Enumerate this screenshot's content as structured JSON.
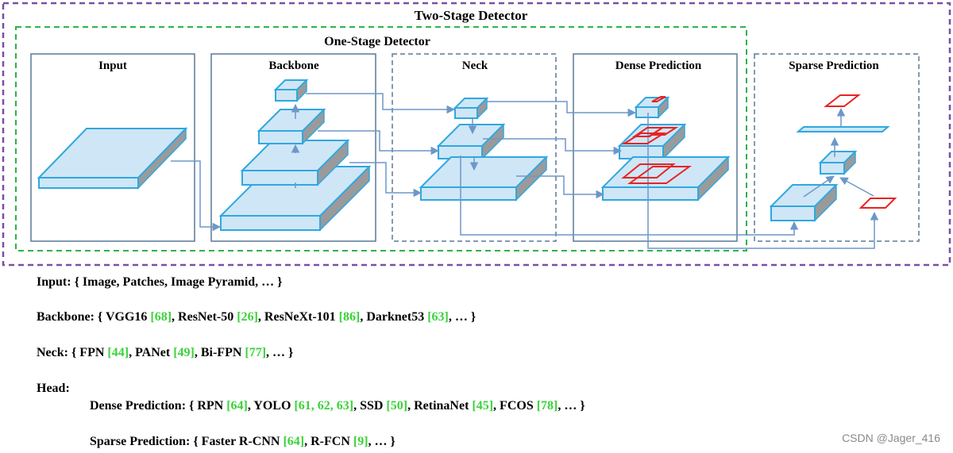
{
  "diagram": {
    "two_stage_title": "Two-Stage Detector",
    "one_stage_title": "One-Stage Detector",
    "panels": {
      "input": "Input",
      "backbone": "Backbone",
      "neck": "Neck",
      "dense": "Dense Prediction",
      "sparse": "Sparse Prediction"
    },
    "colors": {
      "two_stage_border": "#7b4fa3",
      "one_stage_border": "#2db34a",
      "panel_border": "#5a7896",
      "block_face": "#cfe6f6",
      "block_edge": "#2fa8e0",
      "block_side": "#9a9a9a",
      "box_red": "#e82323",
      "arrow": "#6d97c8",
      "reference_green": "#3bd23b"
    }
  },
  "legend": {
    "input": {
      "label": "Input:",
      "text": "{ Image, Patches, Image Pyramid, … }"
    },
    "backbone": {
      "label": "Backbone:",
      "open": "{",
      "items": [
        {
          "name": "VGG16",
          "ref": "[68]"
        },
        {
          "name": "ResNet-50",
          "ref": "[26]"
        },
        {
          "name": "ResNeXt-101",
          "ref": "[86]"
        },
        {
          "name": "Darknet53",
          "ref": "[63]"
        }
      ],
      "close": "… }"
    },
    "neck": {
      "label": "Neck:",
      "open": "{",
      "items": [
        {
          "name": "FPN",
          "ref": "[44]"
        },
        {
          "name": "PANet",
          "ref": "[49]"
        },
        {
          "name": "Bi-FPN",
          "ref": "[77]"
        }
      ],
      "close": "… }"
    },
    "head": {
      "label": "Head:"
    },
    "dense": {
      "label": "Dense Prediction:",
      "open": "{",
      "items": [
        {
          "name": "RPN",
          "ref": "[64]"
        },
        {
          "name": "YOLO",
          "ref": "[61, 62, 63]"
        },
        {
          "name": "SSD",
          "ref": "[50]"
        },
        {
          "name": "RetinaNet",
          "ref": "[45]"
        },
        {
          "name": "FCOS",
          "ref": "[78]"
        }
      ],
      "close": "… }"
    },
    "sparse": {
      "label": "Sparse Prediction:",
      "open": "{",
      "items": [
        {
          "name": "Faster R-CNN",
          "ref": "[64]"
        },
        {
          "name": "R-FCN",
          "ref": "[9]"
        }
      ],
      "close": "… }"
    }
  },
  "watermark": "CSDN @Jager_416"
}
